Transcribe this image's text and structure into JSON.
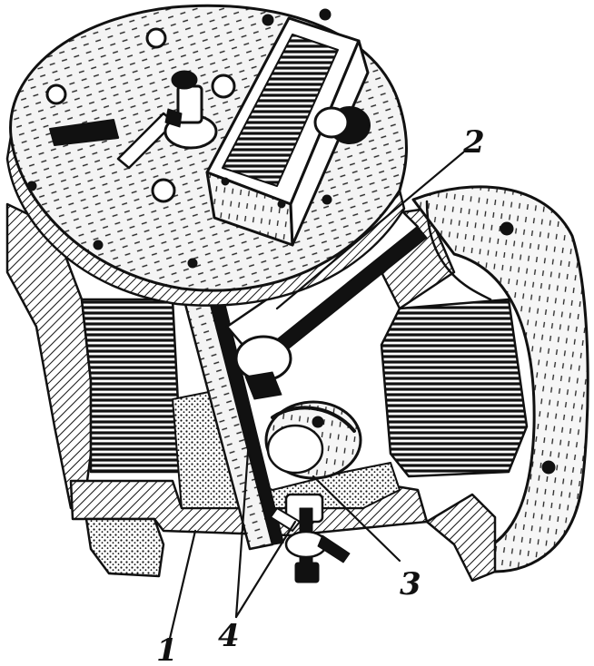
{
  "figure": {
    "callouts": {
      "c1": "1",
      "c2": "2",
      "c3": "3",
      "c4": "4"
    }
  }
}
